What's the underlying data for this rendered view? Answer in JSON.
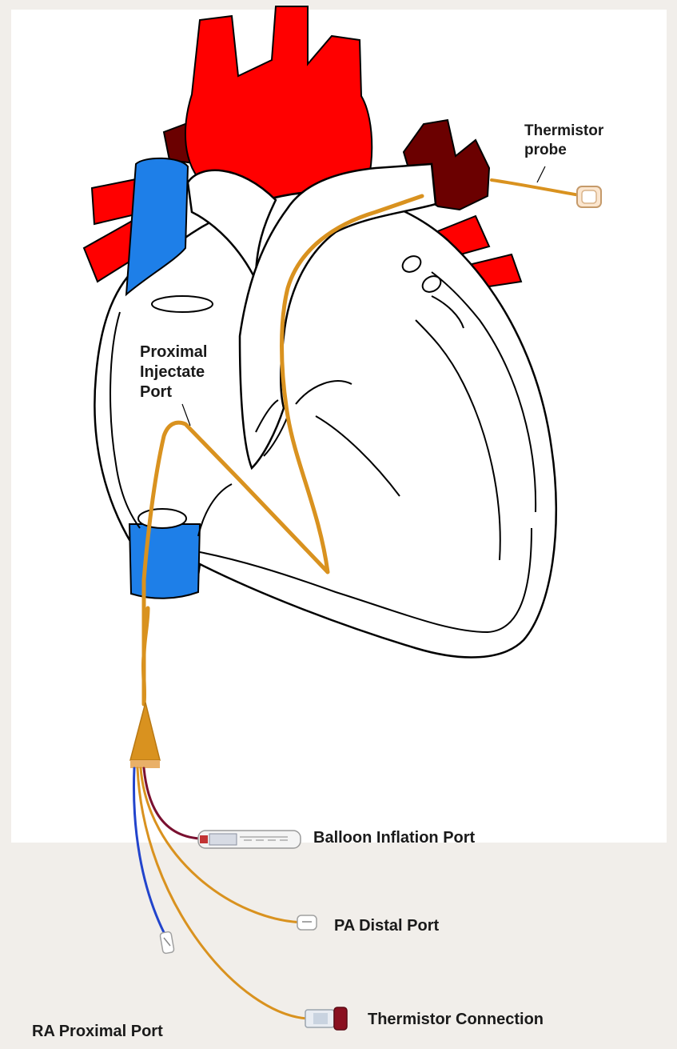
{
  "labels": {
    "thermistor_probe": [
      "Thermistor",
      "probe"
    ],
    "proximal_injectate_port": [
      "Proximal",
      "Injectate",
      "Port"
    ],
    "balloon_inflation_port": "Balloon Inflation Port",
    "pa_distal_port": "PA Distal Port",
    "ra_proximal_port": "RA Proximal Port",
    "thermistor_connection": "Thermistor Connection"
  },
  "colors": {
    "aorta": "#ff0000",
    "pulmonary_veins": "#ff0000",
    "pulmonary_artery": "#6b0000",
    "vena_cava": "#1e7fe8",
    "catheter": "#d9921f",
    "ra_line": "#2244cc",
    "balloon_line": "#7a1030",
    "heart_outline": "#000000",
    "background": "#ffffff"
  }
}
